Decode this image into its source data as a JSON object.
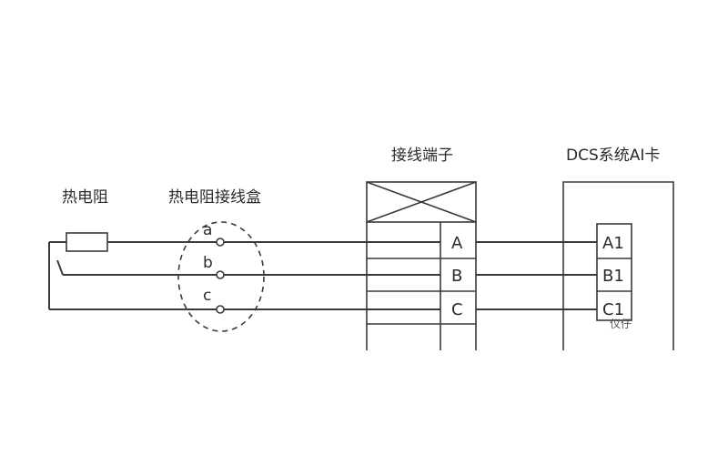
{
  "labels": {
    "rtd": "热电阻",
    "rtd_junction_box": "热电阻接线盒",
    "terminal_block": "接线端子",
    "dcs_ai_card": "DCS系统AI卡"
  },
  "junction_pins": [
    "a",
    "b",
    "c"
  ],
  "terminals": [
    "A",
    "B",
    "C"
  ],
  "ai_inputs": [
    "A1",
    "B1",
    "C1"
  ],
  "watermark": "仪仔"
}
